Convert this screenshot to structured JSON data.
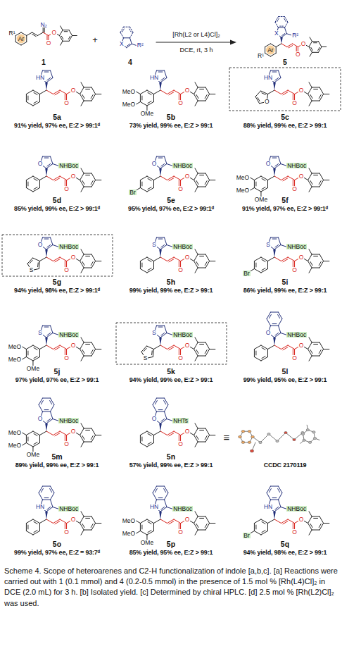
{
  "diagram": {
    "caption": "Scheme 4. Scope of heteroarenes and C2-H functionalization of indole [a,b,c]. [a] Reactions were carried out with 1 (0.1 mmol) and 4 (0.2-0.5 mmol) in the presence of 1.5 mol % [Rh(L4)Cl]₂ in DCE (2.0 mL) for 3 h. [b] Isolated yield. [c] Determined by chiral HPLC. [d] 2.5 mol % [Rh(L2)Cl]₂ was used.",
    "labels": [
      "R¹",
      "Ar",
      "N₂",
      "O",
      "O",
      "1",
      "+",
      "X",
      "R²",
      "4",
      "[Rh(L2 or L4)Cl]₂",
      "DCE, rt, 3 h",
      "X",
      "R²",
      "R¹",
      "Ar",
      "O",
      "O",
      "5",
      "HN",
      "O",
      "O",
      "5a",
      "91% yield, 97% ee, E:Z > 99:1ᵈ",
      "HN",
      "MeO",
      "MeO",
      "OMe",
      "O",
      "O",
      "5b",
      "73% yield, 99% ee, E:Z > 99:1",
      "HN",
      "O",
      "O",
      "O",
      "5c",
      "88% yield, 99% ee, E:Z > 99:1",
      "O",
      "NHBoc",
      "O",
      "O",
      "5d",
      "85% yield, 99% ee, E:Z > 99:1ᵈ",
      "O",
      "NHBoc",
      "Br",
      "O",
      "O",
      "5e",
      "95% yield, 97% ee, E:Z > 99:1ᵈ",
      "O",
      "NHBoc",
      "MeO",
      "MeO",
      "OMe",
      "O",
      "O",
      "5f",
      "91% yield, 97% ee, E:Z > 99:1ᵈ",
      "O",
      "NHBoc",
      "S",
      "O",
      "O",
      "5g",
      "94% yield, 98% ee, E:Z > 99:1ᵈ",
      "S",
      "NHBoc",
      "O",
      "O",
      "5h",
      "99% yield, 99% ee, E:Z > 99:1",
      "S",
      "NHBoc",
      "Br",
      "O",
      "O",
      "5i",
      "86% yield, 99% ee, E:Z > 99:1",
      "S",
      "NHBoc",
      "MeO",
      "MeO",
      "OMe",
      "O",
      "O",
      "5j",
      "97% yield, 97% ee, E:Z > 99:1",
      "S",
      "NHBoc",
      "S",
      "O",
      "O",
      "5k",
      "94% yield, 99% ee, E:Z > 99:1",
      "O",
      "NHBoc",
      "O",
      "O",
      "5l",
      "99% yield, 95% ee, E:Z > 99:1",
      "O",
      "NHBoc",
      "MeO",
      "MeO",
      "OMe",
      "O",
      "O",
      "5m",
      "89% yield, 99% ee, E:Z > 99:1",
      "O",
      "NHTs",
      "O",
      "O",
      "5n",
      "57% yield, 99% ee, E:Z > 99:1",
      "≡",
      "CCDC 2170119",
      "HN",
      "NHBoc",
      "O",
      "O",
      "5o",
      "99% yield, 97% ee, E:Z = 93:7ᵈ",
      "HN",
      "NHBoc",
      "MeO",
      "MeO",
      "OMe",
      "O",
      "O",
      "5p",
      "85% yield, 95% ee, E:Z > 99:1",
      "HN",
      "NHBoc",
      "Br",
      "O",
      "O",
      "5q",
      "94% yield, 98% ee, E:Z > 99:1"
    ]
  }
}
